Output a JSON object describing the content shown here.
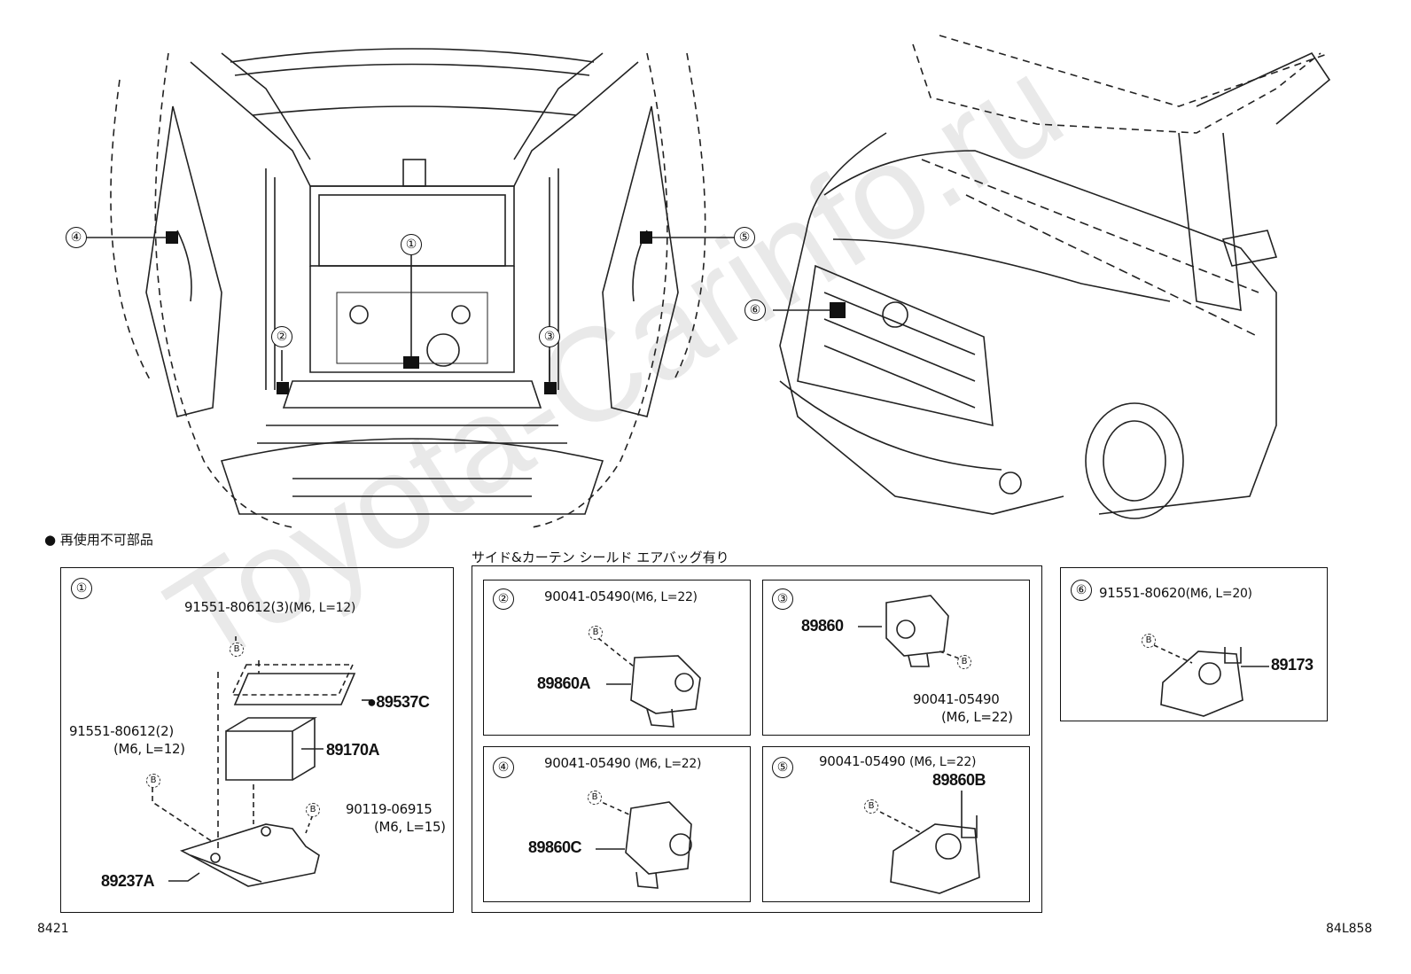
{
  "watermark": "Toyota-Carinfo.ru",
  "legend_non_reusable": "● 再使用不可部品",
  "condition_label": "サイド&カーテン シールド エアバッグ有り",
  "diagram_code_left": "8421",
  "diagram_code_right": "84L858",
  "callouts": {
    "c1": "①",
    "c2": "②",
    "c3": "③",
    "c4": "④",
    "c5": "⑤",
    "c6": "⑥"
  },
  "bolt_mark": "B",
  "panel1": {
    "num": "①",
    "bolt_top": "91551-80612(3)",
    "bolt_top_size": "(M6, L=12)",
    "part_plate": "●89537C",
    "part_ecu": "89170A",
    "bolt_left": "91551-80612(2)",
    "bolt_left_size": "(M6, L=12)",
    "bolt_right": "90119-06915",
    "bolt_right_size": "(M6, L=15)",
    "part_bracket": "89237A"
  },
  "panel2": {
    "num": "②",
    "bolt": "90041-05490",
    "bolt_size": "(M6, L=22)",
    "part": "89860A"
  },
  "panel3": {
    "num": "③",
    "part": "89860",
    "bolt": "90041-05490",
    "bolt_size": "(M6, L=22)"
  },
  "panel4": {
    "num": "④",
    "bolt": "90041-05490",
    "bolt_size": "(M6, L=22)",
    "part": "89860C"
  },
  "panel5": {
    "num": "⑤",
    "bolt": "90041-05490",
    "bolt_size": "(M6, L=22)",
    "part": "89860B"
  },
  "panel6": {
    "num": "⑥",
    "bolt": "91551-80620",
    "bolt_size": "(M6, L=20)",
    "part": "89173"
  }
}
